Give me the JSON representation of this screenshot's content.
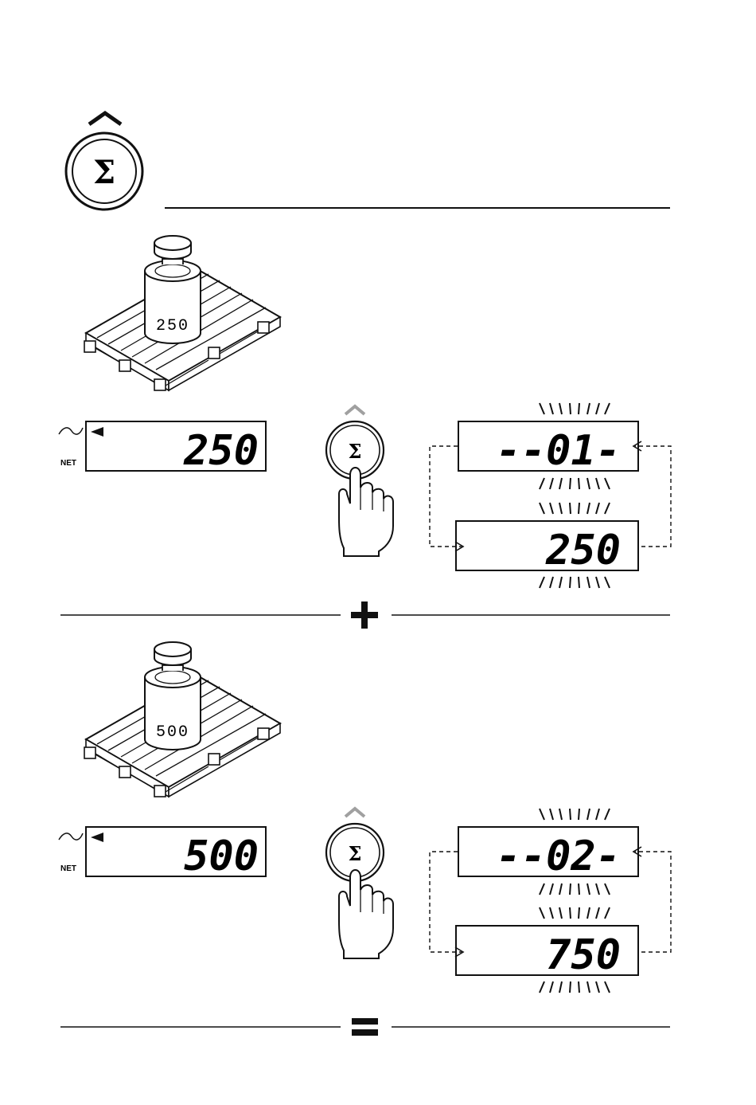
{
  "header": {
    "key_icon": "sigma-key-icon",
    "key_symbol": "Σ",
    "caret_icon": "caret-up-icon"
  },
  "steps": [
    {
      "weight_label": "250",
      "display_net_label": "NET",
      "display_value": "250",
      "stable_icon": "tilde-icon",
      "indicator_icon": "triangle-left-icon",
      "button_symbol": "Σ",
      "count_display": "--01-",
      "total_display": "250",
      "flash_icon": "flash-rays-icon"
    },
    {
      "weight_label": "500",
      "display_net_label": "NET",
      "display_value": "500",
      "stable_icon": "tilde-icon",
      "indicator_icon": "triangle-left-icon",
      "button_symbol": "Σ",
      "count_display": "--02-",
      "total_display": "750",
      "flash_icon": "flash-rays-icon"
    }
  ],
  "separators": [
    {
      "symbol_icon": "plus-icon"
    },
    {
      "symbol_icon": "equals-icon"
    }
  ],
  "colors": {
    "ink": "#111111",
    "caret_gray": "#a0a0a0"
  }
}
